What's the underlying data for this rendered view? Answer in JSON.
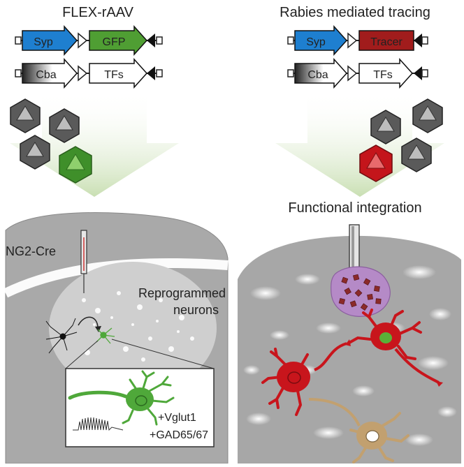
{
  "left_panel": {
    "title": "FLEX-rAAV",
    "construct_top": {
      "promoter": "Syp",
      "gene": "GFP"
    },
    "construct_bottom": {
      "promoter": "Cba",
      "gene": "TFs"
    }
  },
  "right_panel": {
    "title": "Rabies mediated tracing",
    "construct_top": {
      "promoter": "Syp",
      "gene": "Tracer"
    },
    "construct_bottom": {
      "promoter": "Cba",
      "gene": "TFs"
    }
  },
  "lower_left": {
    "cre_label": "NG2-Cre",
    "reprogrammed_line1": "Reprogrammed",
    "reprogrammed_line2": "neurons",
    "marker_1": "+Vglut1",
    "marker_2": "+GAD65/67"
  },
  "lower_right": {
    "title": "Functional integration"
  },
  "colors": {
    "syp_blue": "#1e7fd0",
    "gfp_green": "#4f9e33",
    "tracer_red": "#a11c1c",
    "neuron_green": "#4fa83a",
    "neuron_red": "#c8151c",
    "neuron_tan": "#c2a06f",
    "tissue_gray": "#a9a9a9",
    "spot_purple": "#b58ac7"
  }
}
